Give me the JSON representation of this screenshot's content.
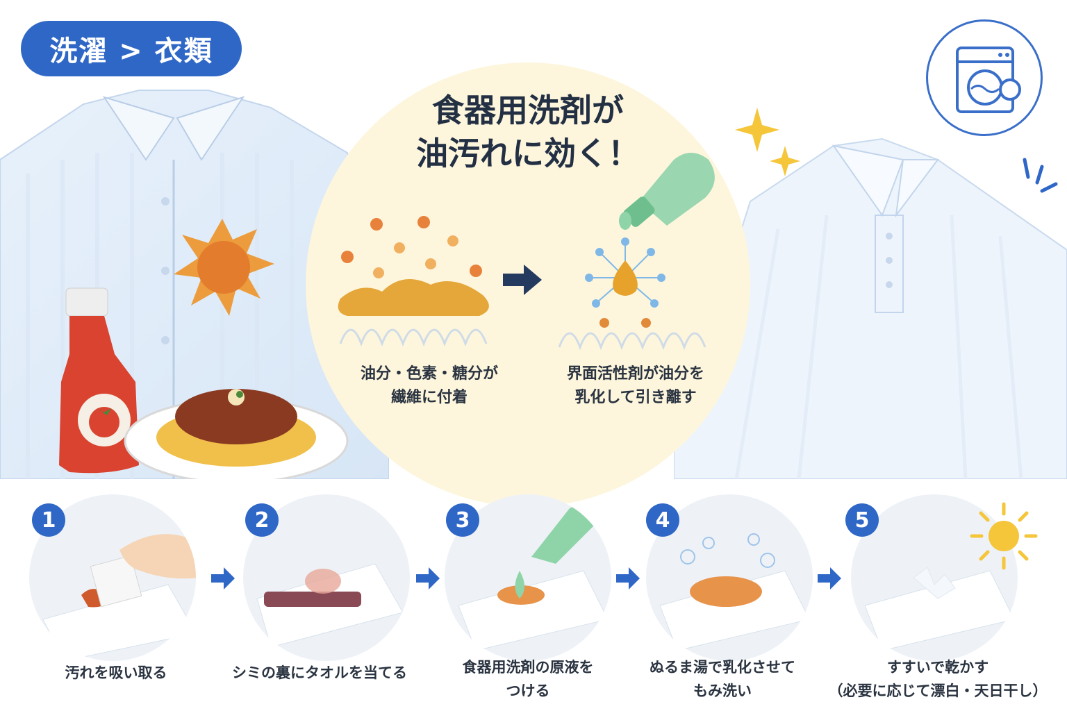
{
  "breadcrumb": {
    "text": "洗濯 > 衣類"
  },
  "headline": {
    "line1": "食器用洗剤が",
    "line2": "油汚れに効く！"
  },
  "diagram": {
    "before_caption_line1": "油分・色素・糖分が",
    "before_caption_line2": "繊維に付着",
    "after_caption_line1": "界面活性剤が油分を",
    "after_caption_line2": "乳化して引き離す"
  },
  "steps": [
    {
      "number": "1",
      "label_line1": "汚れを吸い取る",
      "label_line2": ""
    },
    {
      "number": "2",
      "label_line1": "シミの裏にタオルを当てる",
      "label_line2": ""
    },
    {
      "number": "3",
      "label_line1": "食器用洗剤の原液を",
      "label_line2": "つける"
    },
    {
      "number": "4",
      "label_line1": "ぬるま湯で乳化させて",
      "label_line2": "もみ洗い"
    },
    {
      "number": "5",
      "label_line1": "すすいで乾かす",
      "label_line2": "（必要に応じて漂白・天日干し）"
    }
  ],
  "colors": {
    "accent": "#2f67c7",
    "stain": "#e58a2a",
    "ketchup": "#d9432f",
    "detergent": "#8fd4a8",
    "circle_bg": "#fdf6dd"
  },
  "icons": [
    "washing-machine-icon",
    "sparkle-icon",
    "arrow-right-icon",
    "sun-icon",
    "tomato-icon"
  ]
}
